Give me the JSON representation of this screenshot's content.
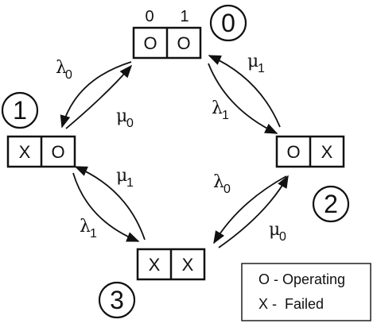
{
  "bit_labels": [
    "0",
    "1"
  ],
  "states": [
    {
      "id": "0",
      "cells": [
        "O",
        "O"
      ]
    },
    {
      "id": "1",
      "cells": [
        "X",
        "O"
      ]
    },
    {
      "id": "2",
      "cells": [
        "O",
        "X"
      ]
    },
    {
      "id": "3",
      "cells": [
        "X",
        "X"
      ]
    }
  ],
  "transitions": [
    {
      "from": "0",
      "to": "1",
      "symbol": "λ",
      "subscript": "0"
    },
    {
      "from": "1",
      "to": "0",
      "symbol": "μ",
      "subscript": "0"
    },
    {
      "from": "2",
      "to": "0",
      "symbol": "μ",
      "subscript": "1"
    },
    {
      "from": "0",
      "to": "2",
      "symbol": "λ",
      "subscript": "1"
    },
    {
      "from": "3",
      "to": "1",
      "symbol": "μ",
      "subscript": "1"
    },
    {
      "from": "1",
      "to": "3",
      "symbol": "λ",
      "subscript": "1"
    },
    {
      "from": "2",
      "to": "3",
      "symbol": "λ",
      "subscript": "0"
    },
    {
      "from": "3",
      "to": "2",
      "symbol": "μ",
      "subscript": "0"
    }
  ],
  "legend": {
    "operating": "O - Operating",
    "failed": "X -  Failed"
  }
}
